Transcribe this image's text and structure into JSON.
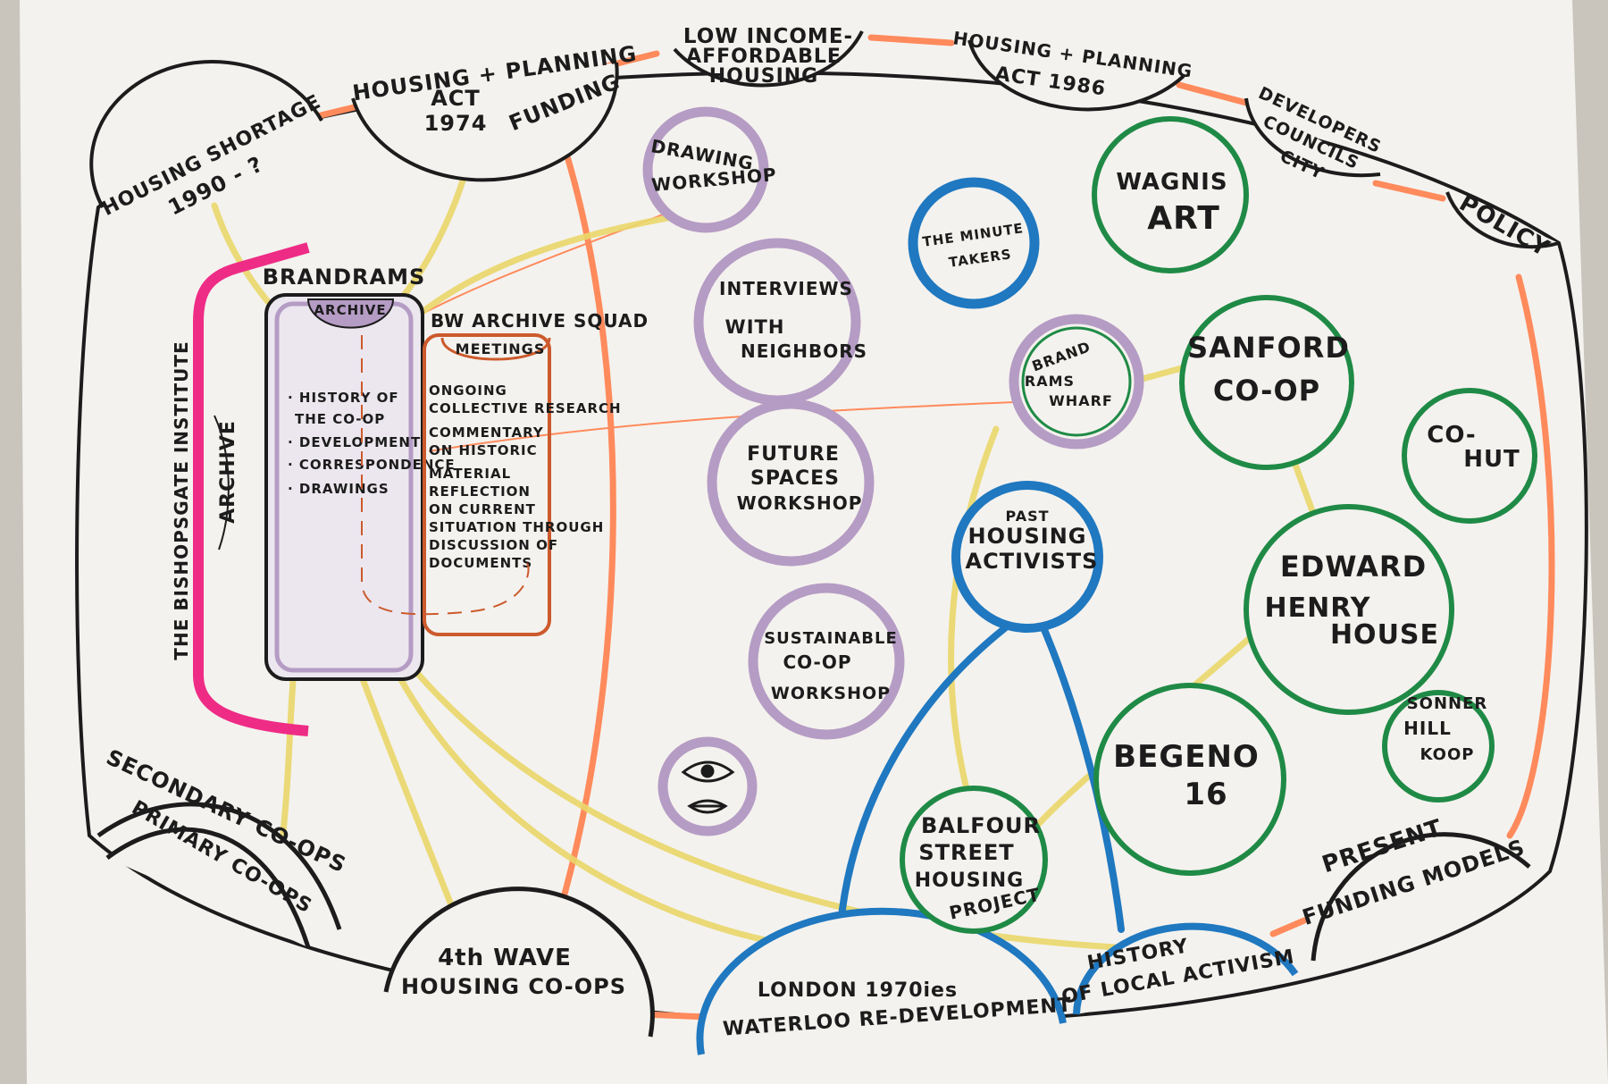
{
  "colors": {
    "paper": "#f4f2ee",
    "ink": "#1c1c1c",
    "lavender": "#b59cc4",
    "green": "#1f8a46",
    "blue": "#1f78c0",
    "orange": "#ff8a5c",
    "yellow": "#ead76a",
    "magenta": "#ee2c86",
    "rust": "#cc5a2c"
  },
  "top_topics": {
    "housing_shortage": [
      "HOUSING SHORTAGE",
      "1990 - ?"
    ],
    "housing_planning_1974": [
      "HOUSING + PLANNING",
      "ACT",
      "1974"
    ],
    "funding": "FUNDING",
    "low_income": [
      "LOW INCOME-",
      "AFFORDABLE",
      "HOUSING"
    ],
    "housing_planning_1986": [
      "HOUSING + PLANNING",
      "ACT 1986"
    ],
    "developers": [
      "DEVELOPERS",
      "COUNCILS",
      "CITY"
    ],
    "policy": "POLICY"
  },
  "bottom_topics": {
    "secondary_coops": "SECONDARY CO-OPS",
    "primary_coops": "PRIMARY CO-OPS",
    "fourth_wave": [
      "4th WAVE",
      "HOUSING CO-OPS"
    ],
    "london_1970s": [
      "LONDON 1970ies",
      "WATERLOO RE-DEVELOPMENT"
    ],
    "local_activism": [
      "HISTORY",
      "OF LOCAL ACTIVISM"
    ],
    "present_funding": [
      "PRESENT",
      "FUNDING MODELS"
    ]
  },
  "bishopsgate": {
    "institute": "THE BISHOPSGATE INSTITUTE",
    "archive": "ARCHIVE"
  },
  "brandrams": {
    "title": "BRANDRAMS",
    "archive_tab": "ARCHIVE",
    "items": [
      "· HISTORY OF",
      "THE CO-OP",
      "· DEVELOPMENT",
      "· CORRESPONDENCE",
      "· DRAWINGS"
    ]
  },
  "bw_squad": {
    "title": "BW ARCHIVE SQUAD",
    "tab": "MEETINGS",
    "items": [
      "ONGOING",
      "COLLECTIVE RESEARCH",
      "COMMENTARY",
      "ON HISTORIC",
      "MATERIAL",
      "REFLECTION",
      "ON CURRENT",
      "SITUATION THROUGH",
      "DISCUSSION OF",
      "DOCUMENTS"
    ]
  },
  "workshops": {
    "drawing": [
      "DRAWING",
      "WORKSHOP"
    ],
    "interviews": [
      "INTERVIEWS",
      "WITH",
      "NEIGHBORS"
    ],
    "future": [
      "FUTURE",
      "SPACES",
      "WORKSHOP"
    ],
    "sustainable": [
      "SUSTAINABLE",
      "CO-OP",
      "WORKSHOP"
    ]
  },
  "nodes": {
    "minute_takers": [
      "THE MINUTE",
      "TAKERS"
    ],
    "wagnis": [
      "WAGNIS",
      "ART"
    ],
    "brandrams_wharf": [
      "BRAND",
      "RAMS",
      "WHARF"
    ],
    "sanford": [
      "SANFORD",
      "CO-OP"
    ],
    "co_hut": [
      "CO-",
      "HUT"
    ],
    "past_activists": [
      "PAST",
      "HOUSING",
      "ACTIVISTS"
    ],
    "edward_henry": [
      "EDWARD",
      "HENRY",
      "HOUSE"
    ],
    "sonnerhill": [
      "SONNER",
      "HILL",
      "KOOP"
    ],
    "begeno": [
      "BEGENO",
      "16"
    ],
    "balfour": [
      "BALFOUR",
      "STREET",
      "HOUSING",
      "PROJECT"
    ]
  }
}
